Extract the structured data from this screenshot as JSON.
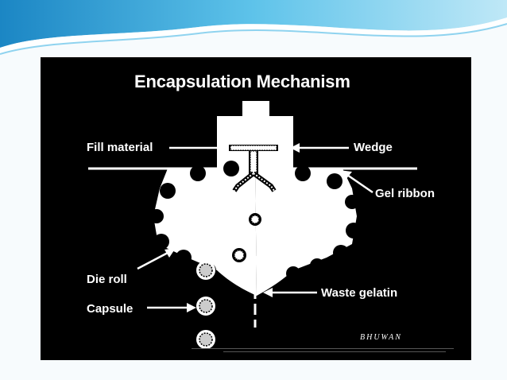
{
  "slide": {
    "title": "Encapsulation Mechanism",
    "signature": "BHUWAN"
  },
  "labels": {
    "fill_material": "Fill material",
    "wedge": "Wedge",
    "gel_ribbon": "Gel ribbon",
    "die_roll": "Die roll",
    "waste_gelatin": "Waste gelatin",
    "capsule": "Capsule"
  },
  "colors": {
    "panel_background": "#000000",
    "diagram_foreground": "#ffffff",
    "header_accent": "#2a9fd6",
    "slide_background": "#f7fbfd"
  }
}
